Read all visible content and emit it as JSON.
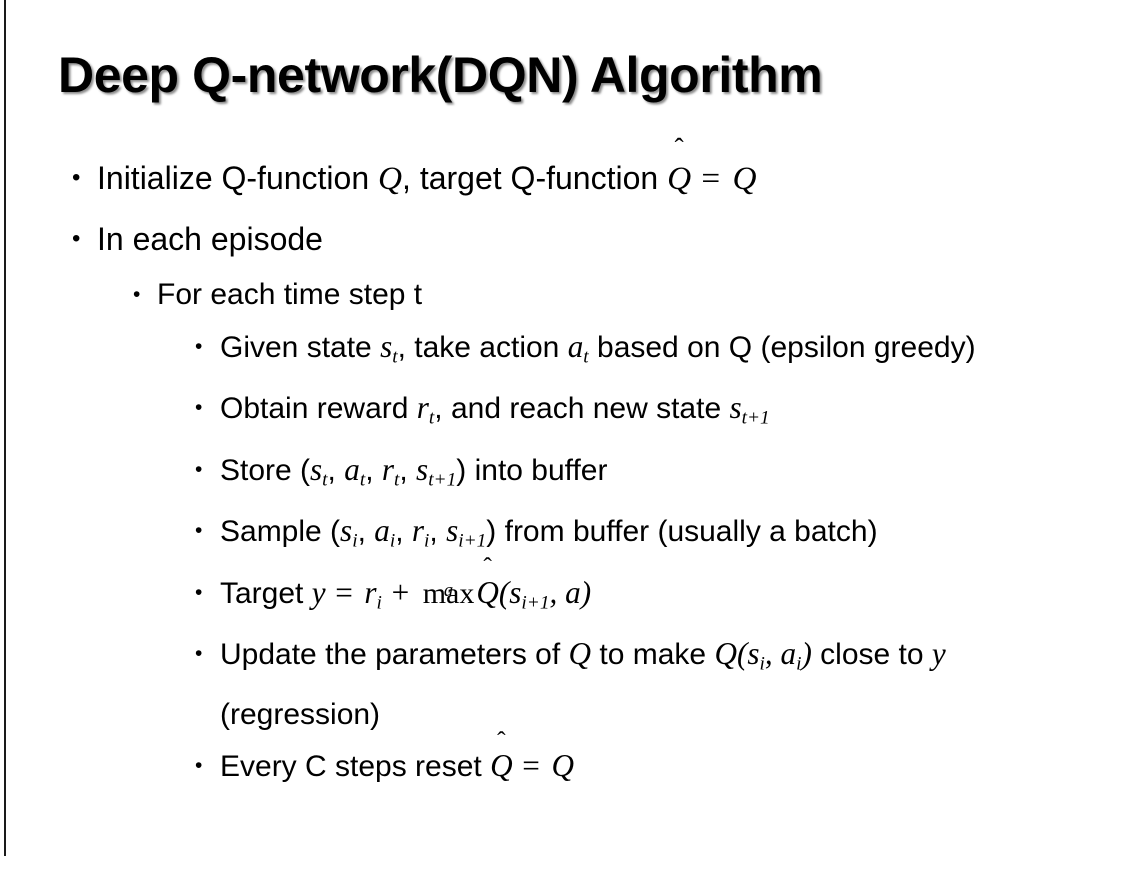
{
  "slide": {
    "title": "Deep Q-network(DQN) Algorithm",
    "bullet_glyph": "•",
    "text_color": "#000000",
    "background_color": "#ffffff",
    "rule_color": "#1a1a1a"
  },
  "content": {
    "l1_initialize": {
      "pre": "Initialize Q-function ",
      "var_q1": "Q",
      "mid": ", target Q-function ",
      "hat": "̂",
      "var_qhat": "Q",
      "equals": "=",
      "var_q2": "Q"
    },
    "l1_episode": "In each episode",
    "l2_timestep": "For each time step t",
    "l3_given": {
      "pre": "Given state ",
      "var_s": "s",
      "sub_s": "t",
      "mid": ", take action ",
      "var_a": "a",
      "sub_a": "t",
      "post": " based on Q (epsilon greedy)"
    },
    "l3_obtain": {
      "pre": "Obtain reward ",
      "var_r": "r",
      "sub_r": "t",
      "mid": ", and reach new state ",
      "var_s": "s",
      "sub_s": "t+1"
    },
    "l3_store": {
      "pre": "Store (",
      "var_s1": "s",
      "sub_s1": "t",
      "sep1": ", ",
      "var_a": "a",
      "sub_a": "t",
      "sep2": ", ",
      "var_r": "r",
      "sub_r": "t",
      "sep3": ", ",
      "var_s2": "s",
      "sub_s2": "t+1",
      "post": ") into buffer"
    },
    "l3_sample": {
      "pre": "Sample (",
      "var_s1": "s",
      "sub_s1": "i",
      "sep1": ", ",
      "var_a": "a",
      "sub_a": "i",
      "sep2": ", ",
      "var_r": "r",
      "sub_r": "i",
      "sep3": ", ",
      "var_s2": "s",
      "sub_s2": "i+1",
      "post": ") from buffer (usually a batch)"
    },
    "l3_target": {
      "pre": "Target ",
      "var_y": "y",
      "equals": "=",
      "var_r": "r",
      "sub_r": "i",
      "plus": "+",
      "max_op": "max",
      "max_limit": "a",
      "hat": "̂",
      "var_qhat": "Q",
      "paren_open": "(",
      "var_s": "s",
      "sub_s": "i+1",
      "comma": ", ",
      "var_a": "a",
      "paren_close": ")"
    },
    "l3_update": {
      "pre": "Update the parameters of ",
      "var_q1": "Q",
      "mid": " to make ",
      "var_q2": "Q",
      "paren_open": "(",
      "var_s": "s",
      "sub_s": "i",
      "comma": ", ",
      "var_a": "a",
      "sub_a": "i",
      "paren_close": ")",
      "post": " close to ",
      "var_y": "y",
      "tail": " (regression)"
    },
    "l3_reset": {
      "pre": "Every C steps reset ",
      "hat": "̂",
      "var_qhat": "Q",
      "equals": "=",
      "var_q": "Q"
    }
  }
}
